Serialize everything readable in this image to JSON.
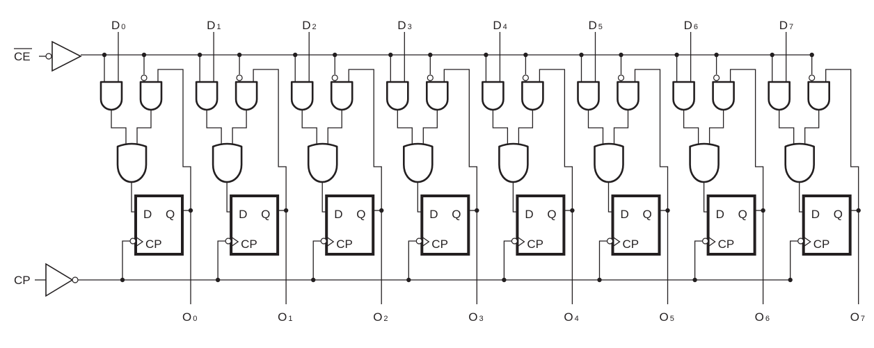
{
  "inputs": {
    "ce": "CE",
    "cp": "CP"
  },
  "flip_flop": {
    "d": "D",
    "q": "Q",
    "cp": "CP"
  },
  "stages": [
    {
      "d_prefix": "D",
      "d_index": "0",
      "o_prefix": "O",
      "o_index": "0"
    },
    {
      "d_prefix": "D",
      "d_index": "1",
      "o_prefix": "O",
      "o_index": "1"
    },
    {
      "d_prefix": "D",
      "d_index": "2",
      "o_prefix": "O",
      "o_index": "2"
    },
    {
      "d_prefix": "D",
      "d_index": "3",
      "o_prefix": "O",
      "o_index": "3"
    },
    {
      "d_prefix": "D",
      "d_index": "4",
      "o_prefix": "O",
      "o_index": "4"
    },
    {
      "d_prefix": "D",
      "d_index": "5",
      "o_prefix": "O",
      "o_index": "5"
    },
    {
      "d_prefix": "D",
      "d_index": "6",
      "o_prefix": "O",
      "o_index": "6"
    },
    {
      "d_prefix": "D",
      "d_index": "7",
      "o_prefix": "O",
      "o_index": "7"
    }
  ]
}
